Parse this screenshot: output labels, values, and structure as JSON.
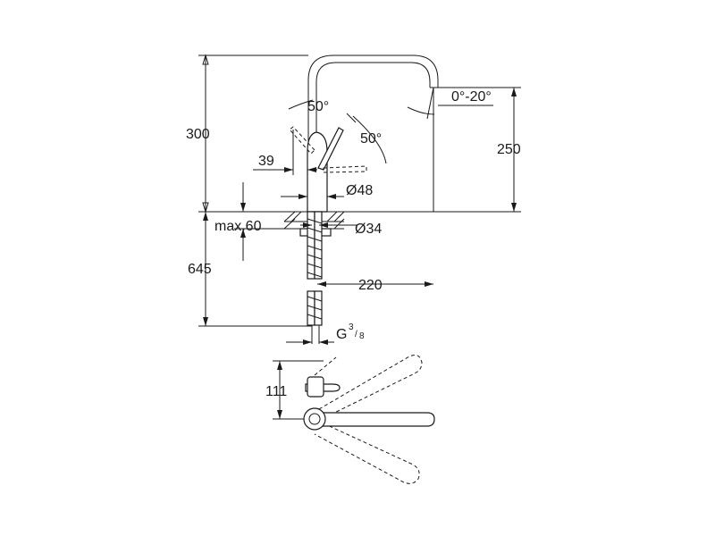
{
  "dimensions": {
    "total_height": "300",
    "spout_height": "250",
    "swivel_angle": "0°-20°",
    "lever_angle_left": "50°",
    "lever_angle_right": "50°",
    "lever_offset": "39",
    "body_diameter": "Ø48",
    "max_thickness": "max.60",
    "hole_diameter": "Ø34",
    "below_length": "645",
    "spout_reach": "220",
    "connection_thread": "G",
    "connection_num": "3",
    "connection_den": "8",
    "top_view_offset": "111"
  }
}
